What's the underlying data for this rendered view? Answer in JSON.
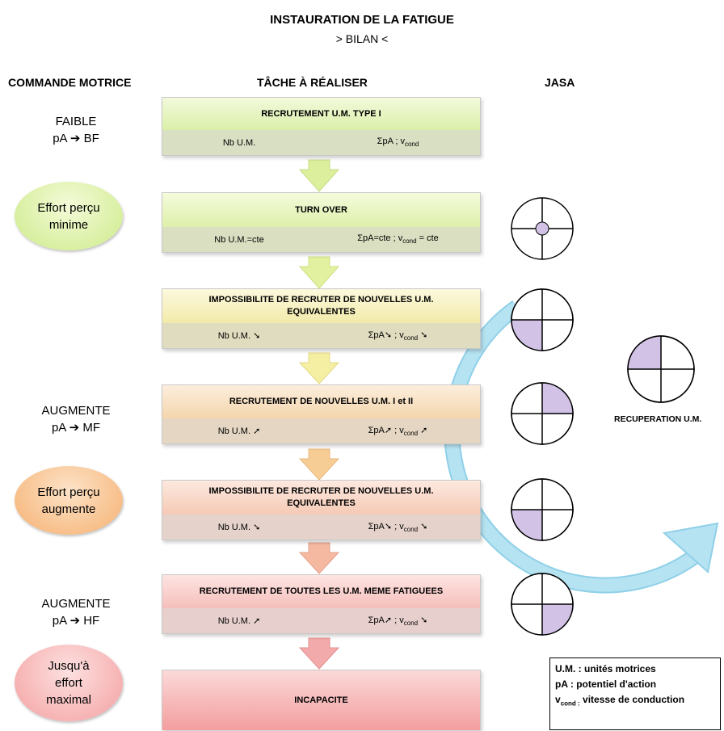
{
  "header": {
    "title": "INSTAURATION DE LA FATIGUE",
    "subtitle": "> BILAN <"
  },
  "columns": {
    "commande": "COMMANDE MOTRICE",
    "tache": "TÂCHE À RÉALISER",
    "jasa": "JASA"
  },
  "commande": {
    "c1": {
      "line1": "FAIBLE",
      "line2": "pA ➔ BF"
    },
    "c2": {
      "line1": "AUGMENTE",
      "line2": "pA ➔ MF"
    },
    "c3": {
      "line1": "AUGMENTE",
      "line2": "pA ➔ HF"
    }
  },
  "effort": {
    "e1": {
      "line1": "Effort perçu",
      "line2": "minime"
    },
    "e2": {
      "line1": "Effort perçu",
      "line2": "augmente"
    },
    "e3": {
      "line1": "Jusqu'à",
      "line2": "effort",
      "line3": "maximal"
    }
  },
  "steps": [
    {
      "title": "RECRUTEMENT U.M. TYPE I",
      "left": "Nb U.M.",
      "right_a": "ΣpA ; v",
      "right_b": "cond",
      "right_c": ""
    },
    {
      "title": "TURN OVER",
      "left": "Nb U.M.=cte",
      "right_a": "ΣpA=cte ; v",
      "right_b": "cond",
      "right_c": " = cte"
    },
    {
      "title": "IMPOSSIBILITE DE RECRUTER DE NOUVELLES U.M. EQUIVALENTES",
      "left": "Nb U.M. ➘",
      "right_a": "ΣpA➘ ; v",
      "right_b": "cond",
      "right_c": " ➘"
    },
    {
      "title": "RECRUTEMENT DE NOUVELLES U.M. I et II",
      "left": "Nb U.M. ➚",
      "right_a": "ΣpA➚ ; v",
      "right_b": "cond",
      "right_c": " ➚"
    },
    {
      "title": "IMPOSSIBILITE DE RECRUTER DE NOUVELLES U.M. EQUIVALENTES",
      "left": "Nb U.M. ➘",
      "right_a": "ΣpA➘ ; v",
      "right_b": "cond",
      "right_c": " ➘"
    },
    {
      "title": "RECRUTEMENT DE TOUTES LES U.M. MEME FATIGUEES",
      "left": "Nb U.M. ➚",
      "right_a": "ΣpA➚ ; v",
      "right_b": "cond",
      "right_c": " ➘"
    },
    {
      "title": "INCAPACITE"
    }
  ],
  "recuperation": "RECUPERATION U.M.",
  "legend": {
    "l1": "U.M. : unités motrices",
    "l2": "pA : potentiel d'action",
    "l3a": "v",
    "l3b": "cond :",
    "l3c": " vitesse de conduction"
  },
  "colors": {
    "quadrant_fill": "#d2c2e6",
    "cycle_arrow": "#a8dcef",
    "circle_stroke": "#000000"
  }
}
